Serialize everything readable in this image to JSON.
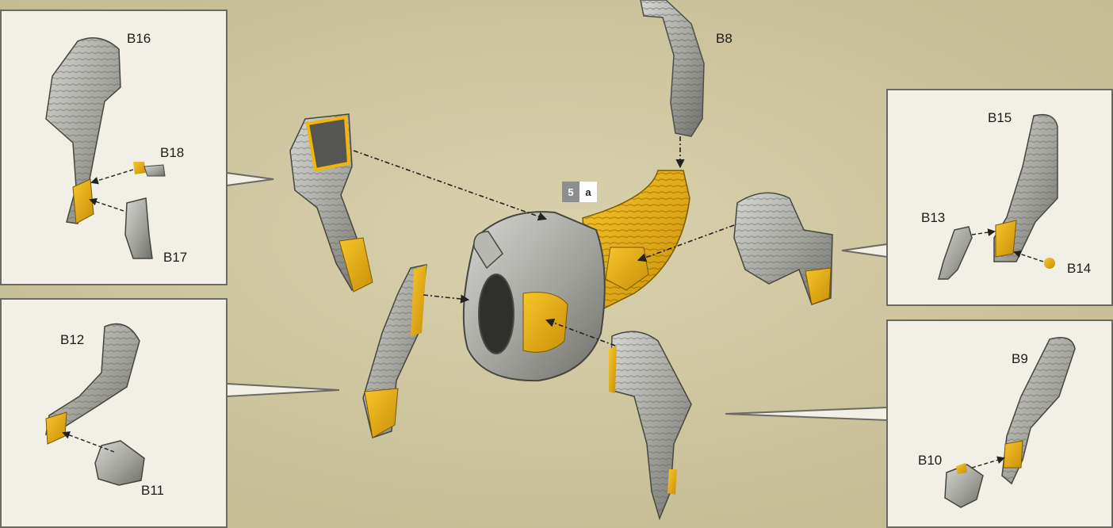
{
  "step": {
    "number": "5",
    "sub": "a"
  },
  "labels": {
    "b8": "B8",
    "b9": "B9",
    "b10": "B10",
    "b11": "B11",
    "b12": "B12",
    "b13": "B13",
    "b14": "B14",
    "b15": "B15",
    "b16": "B16",
    "b17": "B17",
    "b18": "B18"
  },
  "colors": {
    "background": "#cfc7a0",
    "part_grey": "#a9a9a4",
    "part_dark": "#6e6e6a",
    "highlight_yellow": "#f2b705",
    "panel_bg": "#f1efe6",
    "panel_border": "#6b6a62"
  }
}
